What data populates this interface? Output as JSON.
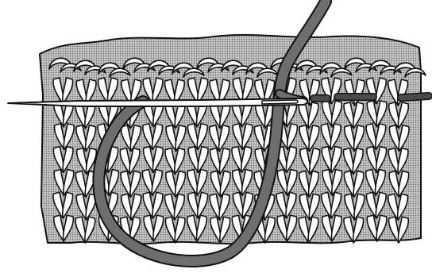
{
  "illustration": {
    "colors": {
      "paper": "#ffffff",
      "fabric_shade": "#a8a8a8",
      "stitch_fill": "#ffffff",
      "outline": "#111111",
      "yarn": "#6e6e6e",
      "yarn_dark": "#4a4a4a",
      "needle": "#ffffff"
    },
    "fabric": {
      "pattern": "stockinette",
      "columns": 16,
      "rows": 7
    },
    "elements": {
      "needle": "tapestry-needle",
      "working_yarn": "dark-yarn-strand",
      "stitched_yarn": "dashed-yarn-in-bumps"
    }
  }
}
